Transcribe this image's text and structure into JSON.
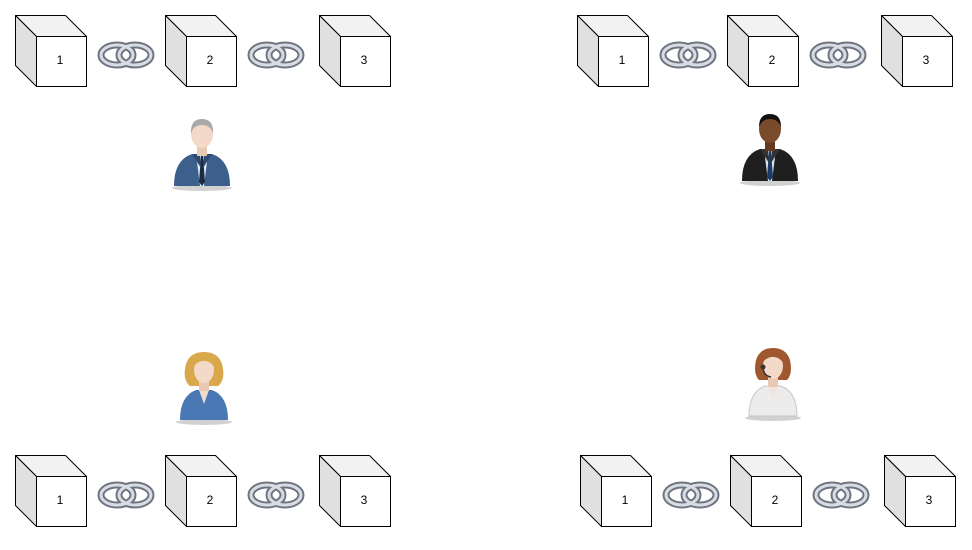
{
  "chains": [
    {
      "id": "top-left",
      "blocks": [
        "1",
        "2",
        "3"
      ]
    },
    {
      "id": "top-right",
      "blocks": [
        "1",
        "2",
        "3"
      ]
    },
    {
      "id": "bottom-left",
      "blocks": [
        "1",
        "2",
        "3"
      ]
    },
    {
      "id": "bottom-right",
      "blocks": [
        "1",
        "2",
        "3"
      ]
    }
  ],
  "people": [
    {
      "id": "man-gray-hair",
      "icon": "businessman-icon",
      "suit": "#3c5f8c",
      "hair": "#a9a9a9",
      "skin": "#f4d8c8"
    },
    {
      "id": "man-dark-skin",
      "icon": "businessman-icon",
      "suit": "#1f1f1f",
      "hair": "#111111",
      "skin": "#7a4a2c"
    },
    {
      "id": "woman-blonde",
      "icon": "businesswoman-icon",
      "suit": "#4a78b4",
      "hair": "#d8a84a",
      "skin": "#f4d8c8"
    },
    {
      "id": "woman-headset",
      "icon": "support-agent-icon",
      "suit": "#ececec",
      "hair": "#a0562e",
      "skin": "#f4d8c8"
    }
  ]
}
